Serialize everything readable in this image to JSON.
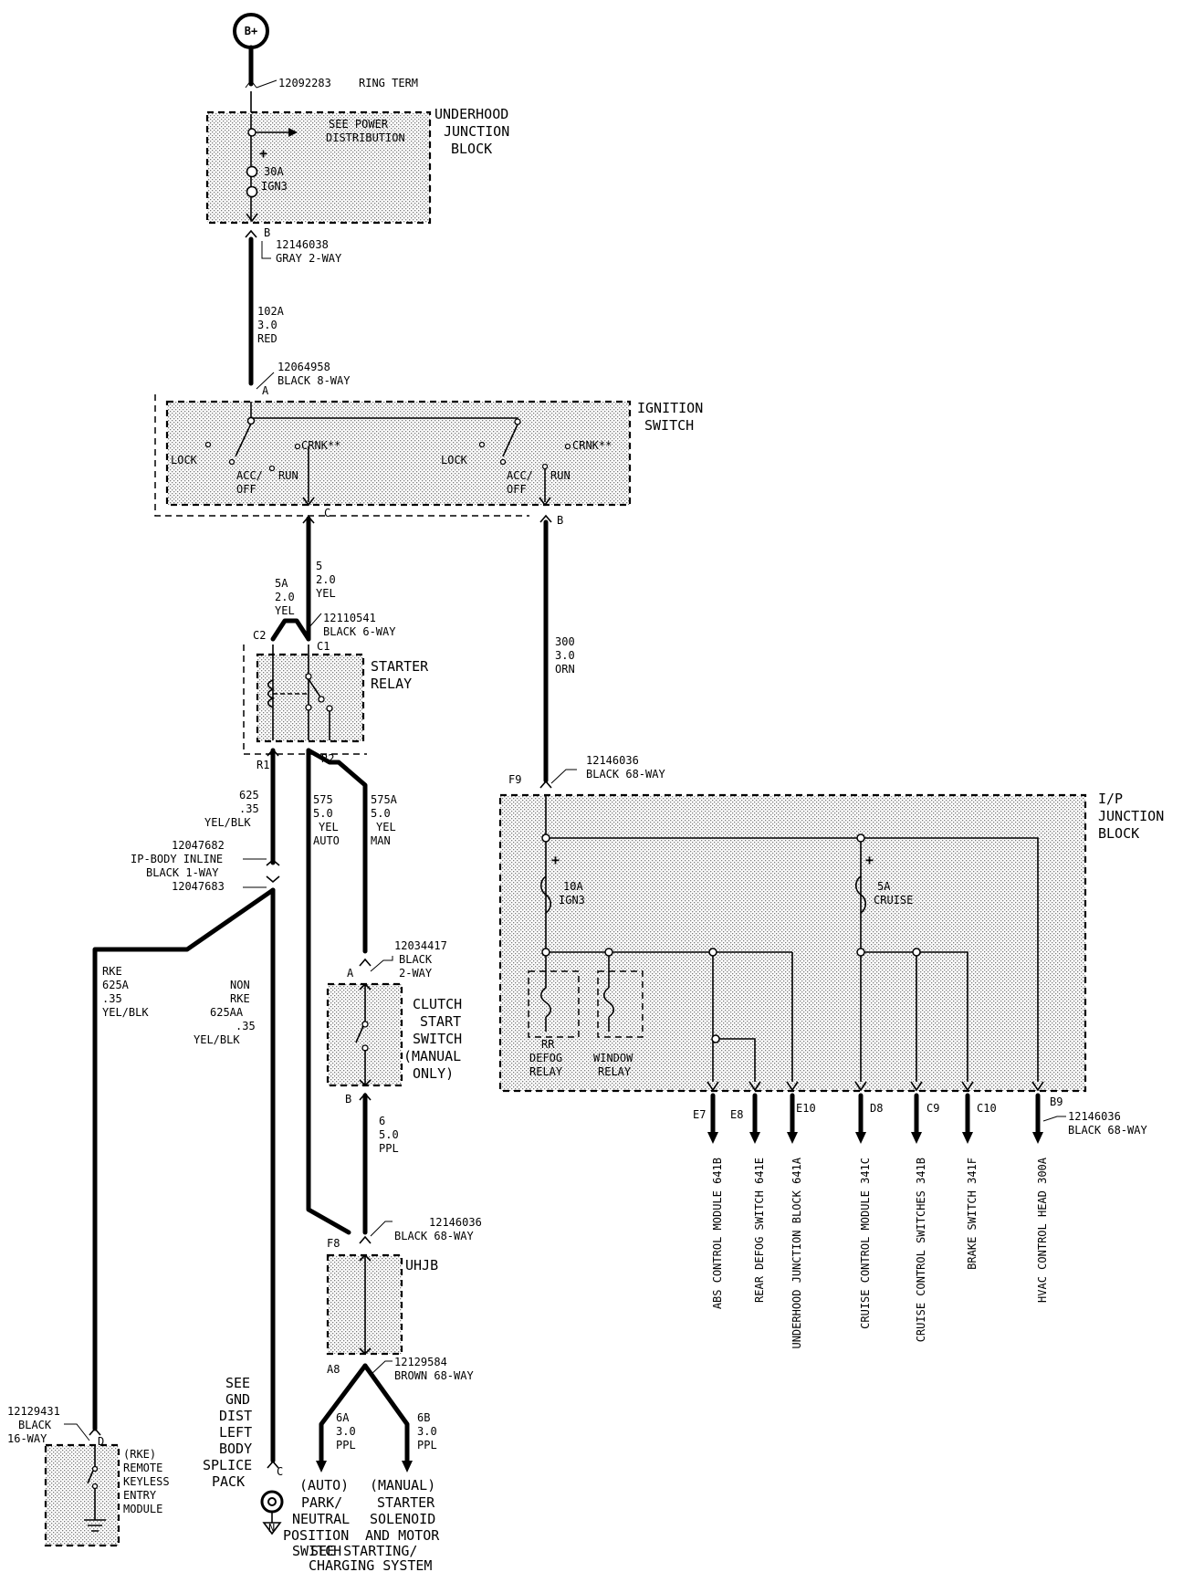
{
  "battery": "B+",
  "ring_term": {
    "part": "12092283",
    "label": "RING TERM"
  },
  "underhood_block": {
    "title": [
      "UNDERHOOD",
      "JUNCTION",
      "BLOCK"
    ],
    "see_power": [
      "SEE POWER",
      "DISTRIBUTION"
    ],
    "plus": "+",
    "fuse": [
      "30A",
      "IGN3"
    ],
    "pin": "B",
    "connector": [
      "12146038",
      "GRAY 2-WAY"
    ]
  },
  "wire_102a": [
    "102A",
    "3.0",
    "RED"
  ],
  "ignition_connector": {
    "part": "12064958",
    "desc": "BLACK 8-WAY",
    "pin": "A"
  },
  "ignition_switch": {
    "title": [
      "IGNITION",
      "SWITCH"
    ],
    "left": {
      "lock": "LOCK",
      "acc": [
        "ACC/",
        "OFF"
      ],
      "run": "RUN",
      "crnk": "CRNK**"
    },
    "right": {
      "lock": "LOCK",
      "acc": [
        "ACC/",
        "OFF"
      ],
      "run": "RUN",
      "crnk": "CRNK**"
    },
    "pin_c": "C",
    "pin_b": "B"
  },
  "wire_5": [
    "5",
    "2.0",
    "YEL"
  ],
  "wire_5a": [
    "5A",
    "2.0",
    "YEL"
  ],
  "wire_300": [
    "300",
    "3.0",
    "ORN"
  ],
  "starter_relay": {
    "title": [
      "STARTER",
      "RELAY"
    ],
    "connector": [
      "12110541",
      "BLACK 6-WAY"
    ],
    "pins": {
      "c2": "C2",
      "c1": "C1",
      "r1": "R1",
      "r2": "R2"
    }
  },
  "wire_625": [
    "625",
    ".35",
    "YEL/BLK"
  ],
  "wire_575": [
    "575",
    "5.0",
    "YEL",
    "AUTO"
  ],
  "wire_575a": [
    "575A",
    "5.0",
    "YEL",
    "MAN"
  ],
  "inline_connector": [
    "12047682",
    "IP-BODY INLINE",
    "BLACK 1-WAY",
    "12047683"
  ],
  "wire_625a": [
    "RKE",
    "625A",
    ".35",
    "YEL/BLK"
  ],
  "wire_625aa": [
    "NON",
    "RKE",
    "625AA",
    ".35",
    "YEL/BLK"
  ],
  "clutch_switch": {
    "connector": [
      "12034417",
      "BLACK",
      "2-WAY"
    ],
    "pin_a": "A",
    "pin_b": "B",
    "title": [
      "CLUTCH",
      "START",
      "SWITCH",
      "(MANUAL",
      "ONLY)"
    ]
  },
  "wire_6": [
    "6",
    "5.0",
    "PPL"
  ],
  "uhjb": {
    "connector": [
      "12146036",
      "BLACK 68-WAY"
    ],
    "pin_f8": "F8",
    "label": "UHJB",
    "pin_a8": "A8",
    "connector2": [
      "12129584",
      "BROWN 68-WAY"
    ]
  },
  "wire_6a": [
    "6A",
    "3.0",
    "PPL"
  ],
  "wire_6b": [
    "6B",
    "3.0",
    "PPL"
  ],
  "park_neutral": [
    "(AUTO)",
    "PARK/",
    "NEUTRAL",
    "POSITION",
    "SWITCH"
  ],
  "starter_motor": [
    "(MANUAL)",
    "STARTER",
    "SOLENOID",
    "AND MOTOR"
  ],
  "see_starting": [
    "SEE STARTING/",
    "CHARGING SYSTEM"
  ],
  "ground": {
    "label": [
      "SEE",
      "GND",
      "DIST",
      "LEFT",
      "BODY",
      "SPLICE",
      "PACK"
    ],
    "pin": "C",
    "mark": "N"
  },
  "rke_module": {
    "connector": [
      "12129431",
      "BLACK",
      "16-WAY"
    ],
    "pin": "D",
    "title": [
      "(RKE)",
      "REMOTE",
      "KEYLESS",
      "ENTRY",
      "MODULE"
    ]
  },
  "ip_block": {
    "connector_top": [
      "12146036",
      "BLACK 68-WAY"
    ],
    "pin_f9": "F9",
    "title": [
      "I/P",
      "JUNCTION",
      "BLOCK"
    ],
    "fuse1": [
      "10A",
      "IGN3"
    ],
    "fuse2": [
      "5A",
      "CRUISE"
    ],
    "plus": "+",
    "relay1": [
      "RR",
      "DEFOG",
      "RELAY"
    ],
    "relay2": [
      "WINDOW",
      "RELAY"
    ],
    "pins": [
      "E7",
      "E8",
      "E10",
      "D8",
      "C9",
      "C10",
      "B9"
    ],
    "connector_bottom": [
      "12146036",
      "BLACK 68-WAY"
    ]
  },
  "outputs": [
    "ABS CONTROL MODULE 641B",
    "REAR DEFOG SWITCH 641E",
    "UNDERHOOD JUNCTION BLOCK 641A",
    "CRUISE CONTROL MODULE 341C",
    "CRUISE CONTROL SWITCHES 341B",
    "BRAKE SWITCH 341F",
    "HVAC CONTROL HEAD 300A"
  ]
}
